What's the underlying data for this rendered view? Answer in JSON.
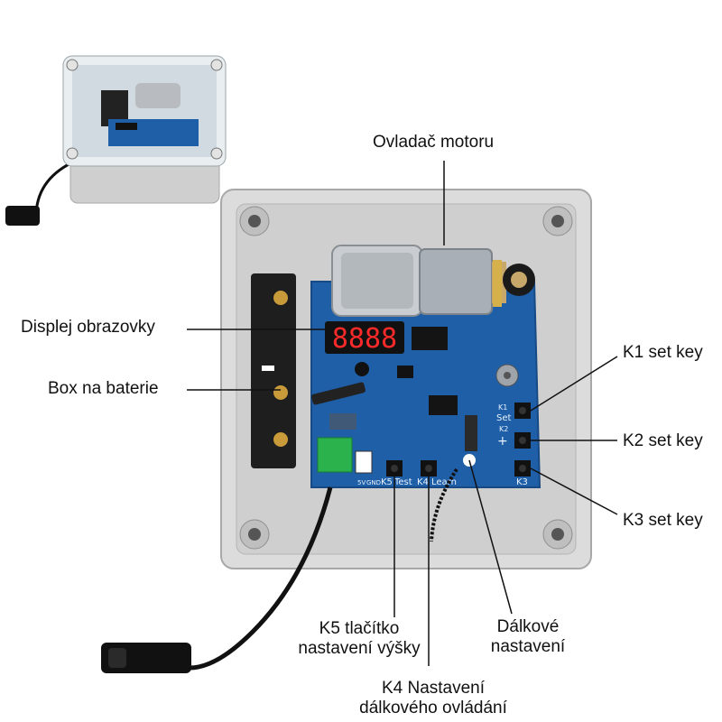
{
  "labels": {
    "motor_controller": "Ovladač motoru",
    "screen_display": "Displej obrazovky",
    "battery_box": "Box na baterie",
    "k1": "K1 set key",
    "k2": "K2 set key",
    "k3": "K3 set key",
    "k5_line1": "K5 tlačítko",
    "k5_line2": "nastavení výšky",
    "remote_line1": "Dálkové",
    "remote_line2": "nastavení",
    "k4_line1": "K4 Nastavení",
    "k4_line2": "dálkového ovládání"
  },
  "pcb": {
    "display_digits": "8888",
    "k1_text": "K1",
    "set_text": "Set",
    "k2_text": "K2",
    "plus_text": "+",
    "k3_text": "K3",
    "k5_text": "K5",
    "test_text": "Test",
    "k4_text": "K4",
    "learn_text": "Learn",
    "power_5v": "5V",
    "power_gnd": "GND"
  },
  "colors": {
    "pcb": "#1f5fa8",
    "enclosure": "#d8d8d8",
    "terminal": "#2bb24c",
    "display": "#ff2a2a"
  }
}
